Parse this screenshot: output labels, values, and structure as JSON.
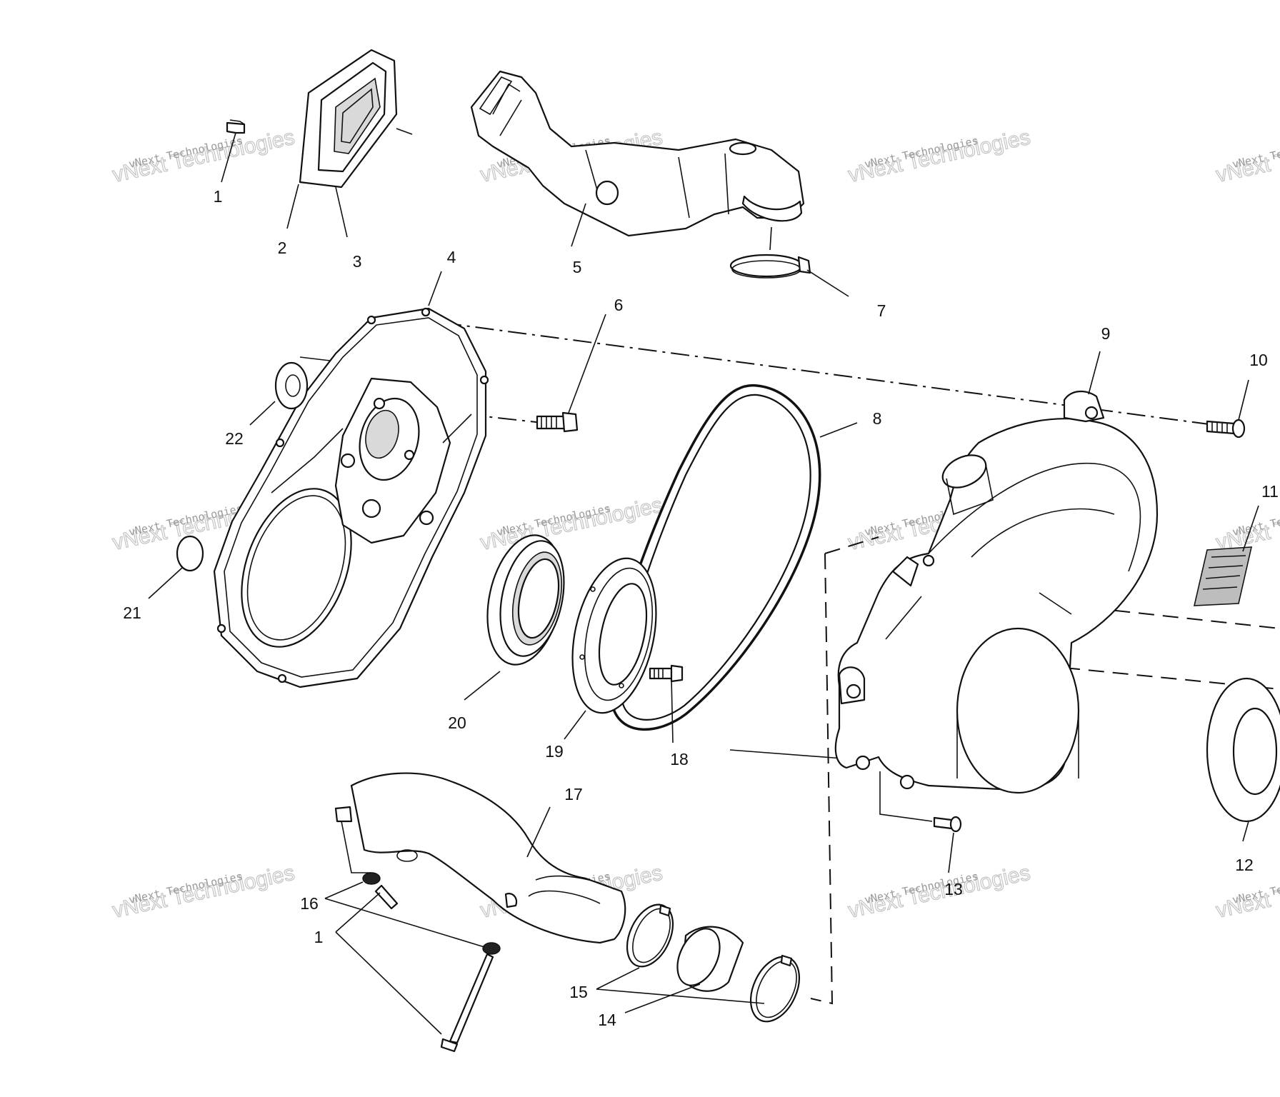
{
  "callouts": {
    "c1a": "1",
    "c2": "2",
    "c3": "3",
    "c4": "4",
    "c5": "5",
    "c6": "6",
    "c7": "7",
    "c8": "8",
    "c9": "9",
    "c10": "10",
    "c11": "11",
    "c12": "12",
    "c13": "13",
    "c14": "14",
    "c15": "15",
    "c16": "16",
    "c1b": "1",
    "c17": "17",
    "c18": "18",
    "c19": "19",
    "c20": "20",
    "c21": "21",
    "c22": "22"
  },
  "watermark": {
    "line1": "vNext Technologies",
    "line2": "vNext Technologies"
  }
}
